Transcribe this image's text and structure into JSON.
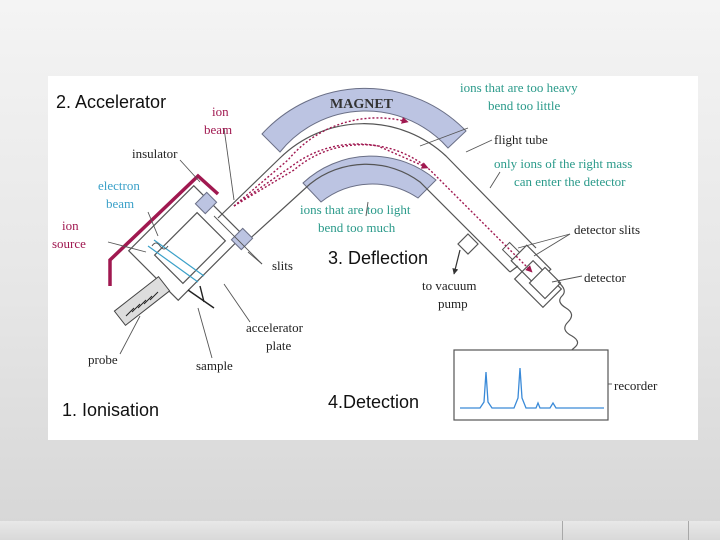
{
  "section_titles": {
    "accelerator": "2. Accelerator",
    "deflection": "3. Deflection",
    "ionisation": "1. Ionisation",
    "detection": "4.Detection"
  },
  "labels": {
    "magnet": "MAGNET",
    "ion_beam_1": "ion",
    "ion_beam_2": "beam",
    "insulator": "insulator",
    "electron_beam_1": "electron",
    "electron_beam_2": "beam",
    "ion_source_1": "ion",
    "ion_source_2": "source",
    "too_heavy_1": "ions that are too heavy",
    "too_heavy_2": "bend too little",
    "flight_tube": "flight tube",
    "right_mass_1": "only ions of the right mass",
    "right_mass_2": "can enter the detector",
    "too_light_1": "ions that are too light",
    "too_light_2": "bend too much",
    "slits": "slits",
    "detector_slits": "detector slits",
    "vacuum_1": "to vacuum",
    "vacuum_2": "pump",
    "detector": "detector",
    "accel_plate_1": "accelerator",
    "accel_plate_2": "plate",
    "probe": "probe",
    "sample": "sample",
    "recorder": "recorder"
  },
  "colors": {
    "magnet_fill": "#bcc4e2",
    "crimson": "#a01850",
    "teal": "#2a9a8a",
    "electron": "#3aa0c8",
    "trace": "#3a8ad8",
    "line": "#555555"
  }
}
